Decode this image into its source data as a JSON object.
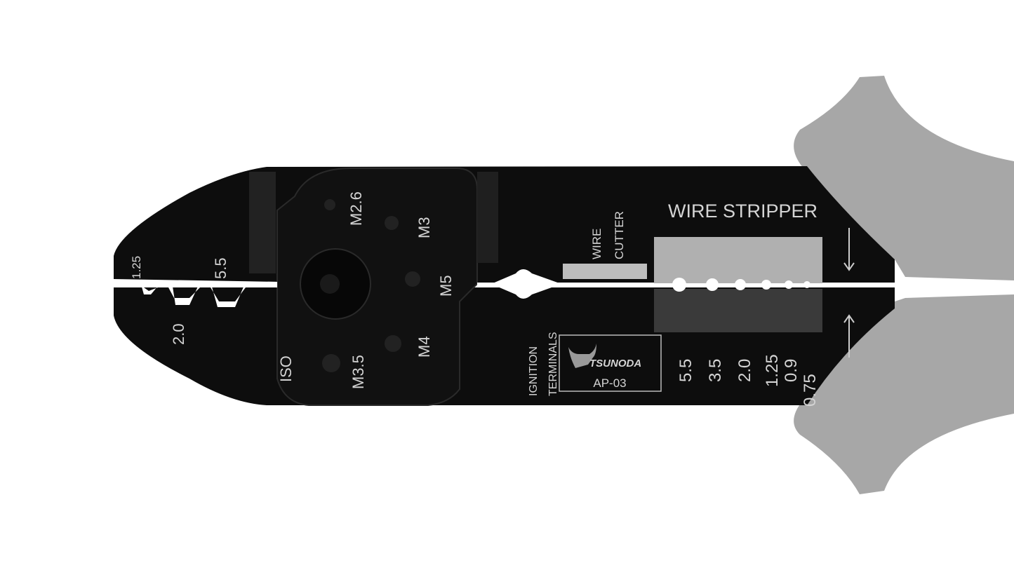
{
  "product": {
    "brand": "TSUNODA",
    "model": "AP-03",
    "colors": {
      "body": "#0d0d0d",
      "handle": "#a7a7a7",
      "marking": "#d4d4d4",
      "background": "#ffffff"
    }
  },
  "crimp_jaw": {
    "sizes": [
      "1.25",
      "5.5",
      "2.0"
    ],
    "iso_label": "ISO"
  },
  "bolt_cutter": {
    "sizes": [
      "M2.6",
      "M3",
      "M5",
      "M4",
      "M3.5"
    ]
  },
  "wire_cutter": {
    "line1": "WIRE",
    "line2": "CUTTER"
  },
  "ignition": {
    "line1": "IGNITION",
    "line2": "TERMINALS"
  },
  "wire_stripper": {
    "title": "WIRE STRIPPER",
    "sizes": [
      "5.5",
      "3.5",
      "2.0",
      "1.25",
      "0.9",
      "0.75"
    ]
  }
}
